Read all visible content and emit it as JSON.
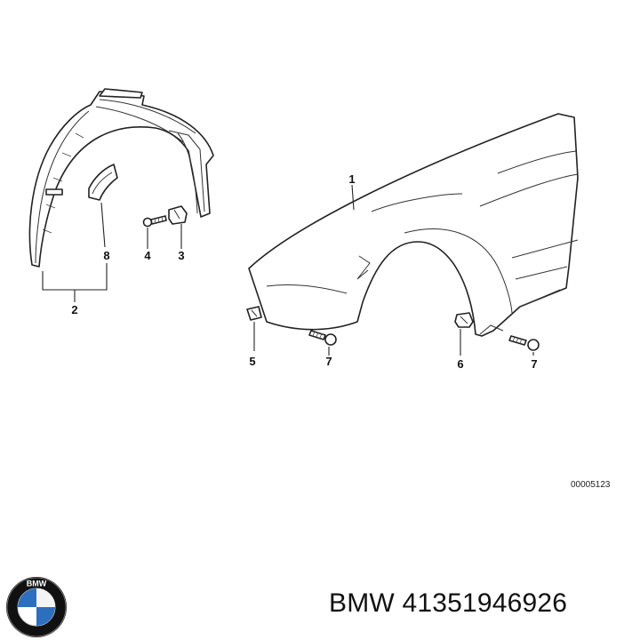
{
  "diagram": {
    "callouts": {
      "c1": "1",
      "c2": "2",
      "c3": "3",
      "c4": "4",
      "c5": "5",
      "c6": "6",
      "c7a": "7",
      "c7b": "7",
      "c8": "8"
    },
    "reference_code": "00005123"
  },
  "footer": {
    "brand": "BMW",
    "part_number": "41351946926",
    "caption": "BMW 41351946926",
    "logo_text": "BMW",
    "logo_colors": {
      "ring": "#111111",
      "blue": "#2d6fbf",
      "white": "#ffffff"
    }
  }
}
